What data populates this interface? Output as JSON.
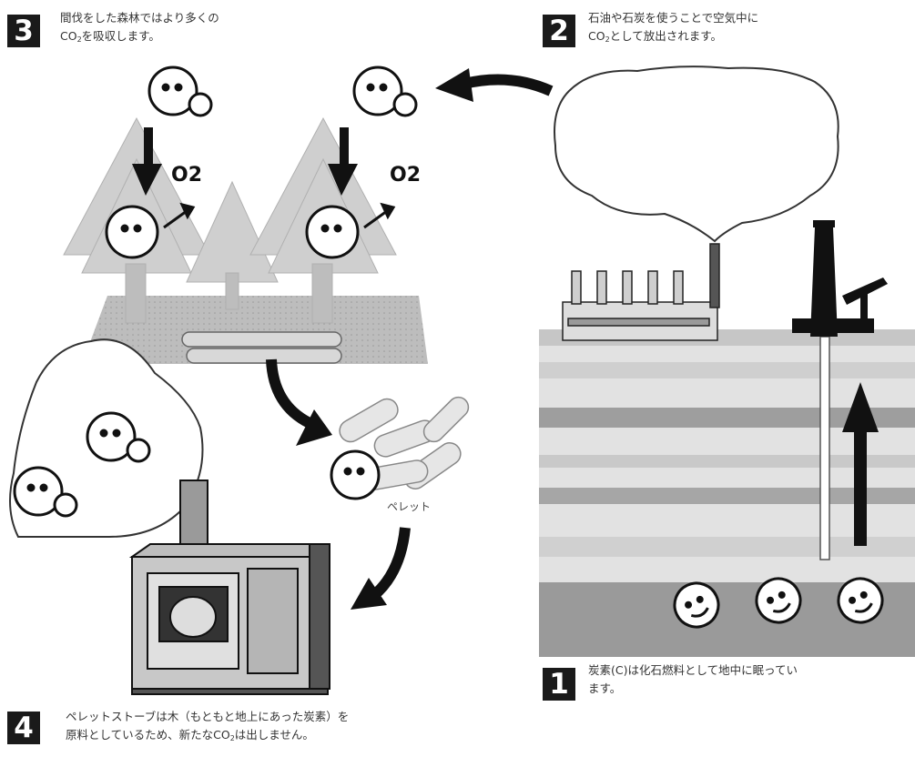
{
  "steps": [
    {
      "num": "1",
      "lines": [
        "炭素(C)は化石燃料として地中に眠ってい",
        "ます。"
      ]
    },
    {
      "num": "2",
      "lines": [
        "石油や石炭を使うことで空気中に",
        "CO",
        "2",
        "として放出されます。"
      ]
    },
    {
      "num": "3",
      "lines": [
        "間伐をした森林ではより多くの",
        "CO",
        "2",
        "を吸収します。"
      ]
    },
    {
      "num": "4",
      "lines": [
        "ペレットストーブは木（もともと地上にあった炭素）を",
        "原料としているため、新たなCO",
        "2",
        "は出しません。"
      ]
    }
  ],
  "labels": {
    "pellet": "ペレット",
    "o2_1": "O2",
    "o2_2": "O2"
  }
}
